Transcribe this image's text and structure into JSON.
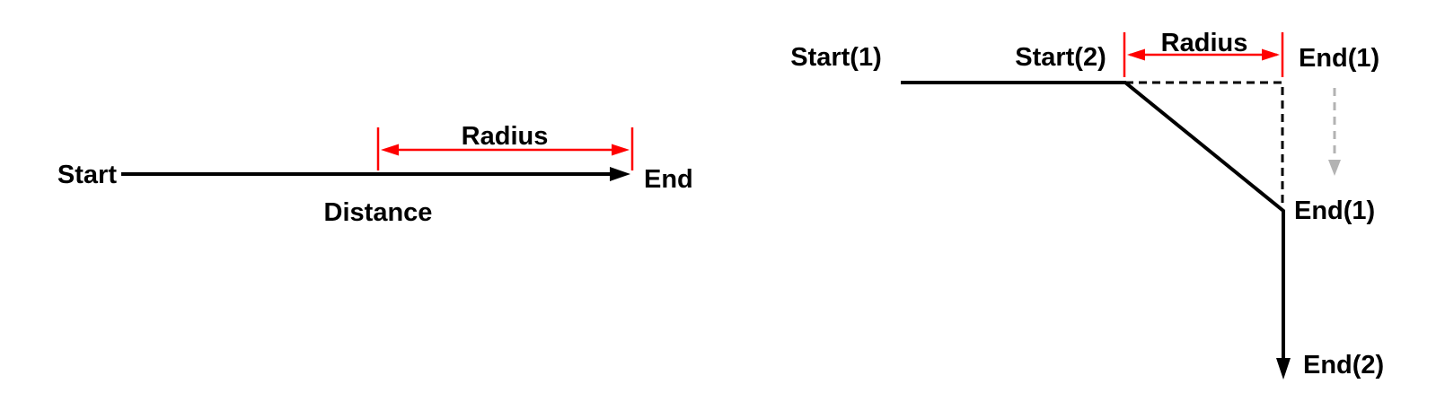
{
  "colors": {
    "accent_red": "#ff0000",
    "line_black": "#000000",
    "ghost_gray": "#b3b3b3",
    "background": "#ffffff"
  },
  "left_diagram": {
    "start_label": "Start",
    "end_label": "End",
    "radius_label": "Radius",
    "distance_label": "Distance"
  },
  "right_diagram": {
    "start1_label": "Start(1)",
    "start2_label": "Start(2)",
    "radius_label": "Radius",
    "end1_ghost_label": "End(1)",
    "end1_label": "End(1)",
    "end2_label": "End(2)"
  }
}
